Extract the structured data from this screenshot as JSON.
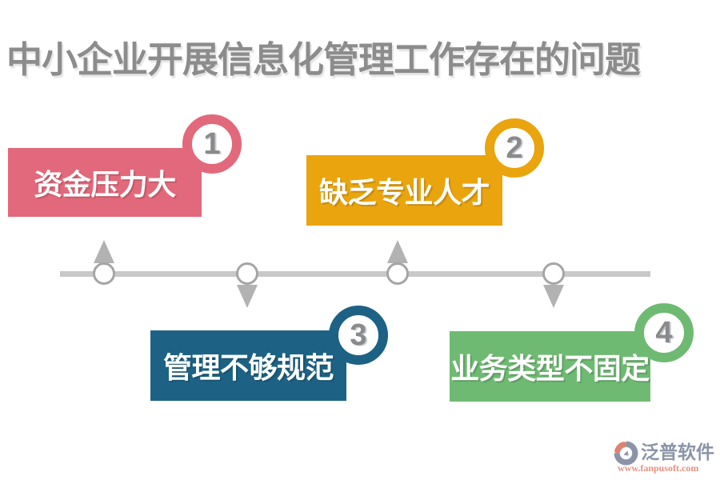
{
  "title": {
    "text": "中小企业开展信息化管理工作存在的问题",
    "color": "#8C8C8C"
  },
  "problems": [
    {
      "number": "1",
      "label": "资金压力大",
      "color": "#E2697B",
      "position": "top"
    },
    {
      "number": "2",
      "label": "缺乏专业人才",
      "color": "#E9A40E",
      "position": "top"
    },
    {
      "number": "3",
      "label": "管理不够规范",
      "color": "#1D6284",
      "position": "bottom"
    },
    {
      "number": "4",
      "label": "业务类型不固定",
      "color": "#6FBA73",
      "position": "bottom"
    }
  ],
  "colors": {
    "timeline_bar": "#C8C8C8",
    "node_border": "#A5A5A5",
    "node_fill": "#FFFFFF",
    "arrow": "#B2B2B2",
    "badge_digit": "#8A8A8A",
    "box_text": "#FFFFFF"
  },
  "footer": {
    "brand": "泛普软件",
    "brand_color": "#8B94A7",
    "website": "www.fanpusoft.com",
    "website_color": "#E8907F",
    "logo_accent": "#DE8272"
  }
}
